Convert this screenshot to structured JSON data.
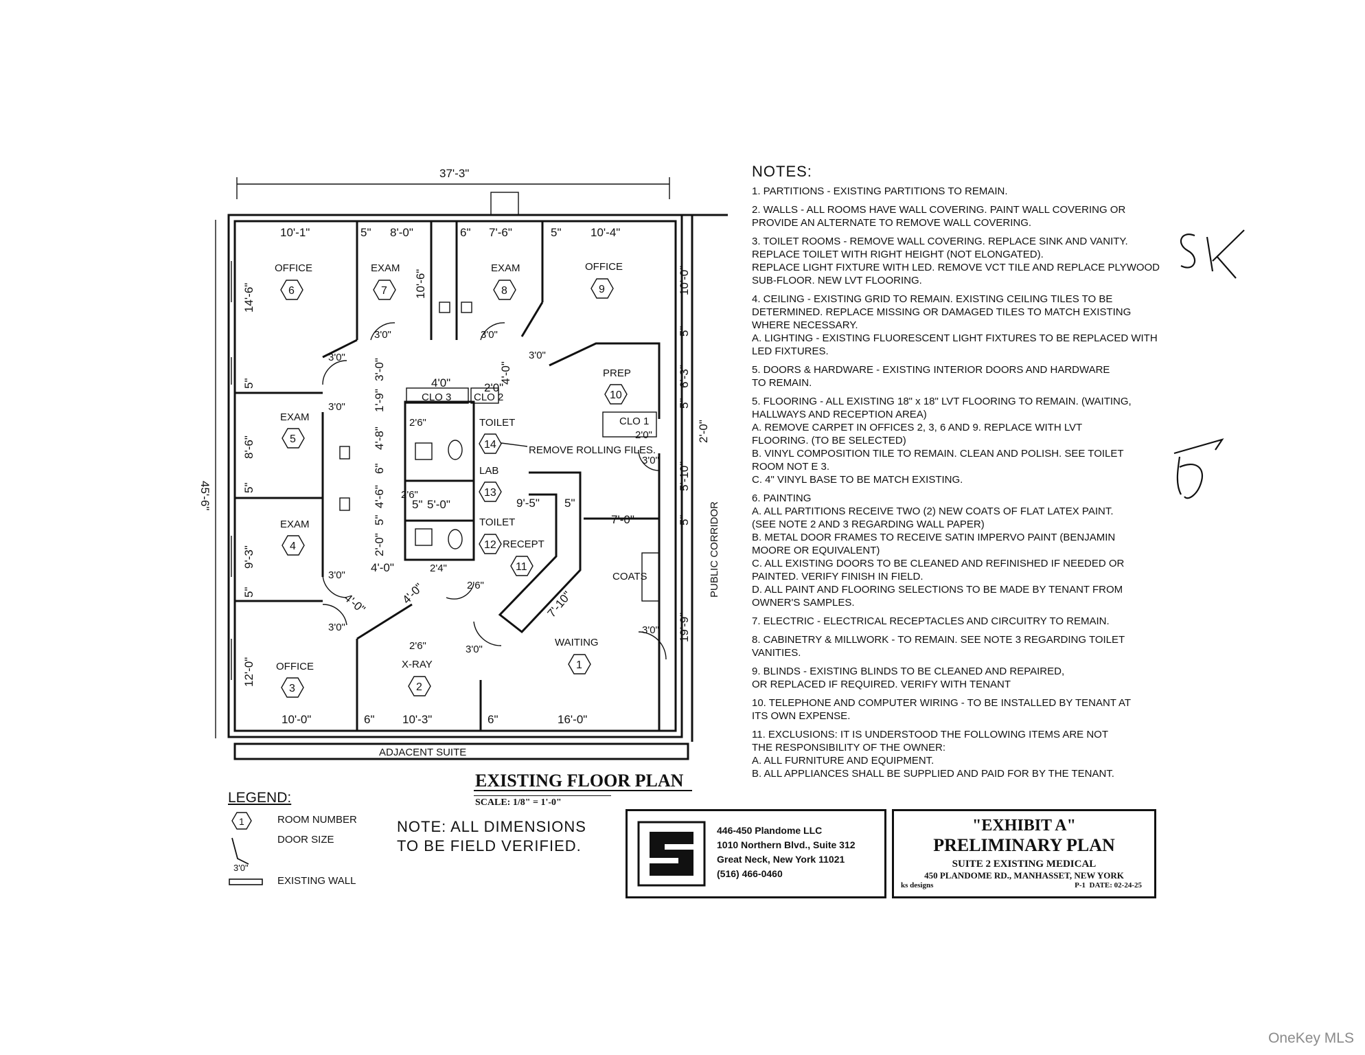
{
  "plan": {
    "overall_width": "37'-3\"",
    "overall_depth": "45'-6\"",
    "public_corridor": "PUBLIC CORRIDOR",
    "adjacent_suite": "ADJACENT SUITE",
    "rooms": [
      {
        "name": "OFFICE",
        "number": "6"
      },
      {
        "name": "EXAM",
        "number": "7"
      },
      {
        "name": "EXAM",
        "number": "8"
      },
      {
        "name": "OFFICE",
        "number": "9"
      },
      {
        "name": "PREP",
        "number": "10"
      },
      {
        "name": "EXAM",
        "number": "5"
      },
      {
        "name": "EXAM",
        "number": "4"
      },
      {
        "name": "OFFICE",
        "number": "3"
      },
      {
        "name": "X-RAY",
        "number": "2"
      },
      {
        "name": "WAITING",
        "number": "1"
      },
      {
        "name": "RECEPT",
        "number": "11"
      },
      {
        "name": "TOILET",
        "number": "12"
      },
      {
        "name": "LAB",
        "number": "13"
      },
      {
        "name": "TOILET",
        "number": "14"
      }
    ],
    "closets": {
      "clo1": "CLO 1",
      "clo2": "CLO 2",
      "clo3": "CLO 3",
      "coats": "COATS"
    },
    "callout": "REMOVE ROLLING FILES.",
    "top_dims": [
      "10'-1\"",
      "5\"",
      "8'-0\"",
      "6\"",
      "7'-6\"",
      "5\"",
      "10'-4\""
    ],
    "bottom_dims": [
      "10'-0\"",
      "6\"",
      "10'-3\"",
      "6\"",
      "16'-0\""
    ],
    "left_dims": [
      "14'-6\"",
      "5\"",
      "8'-6\"",
      "5\"",
      "9'-3\"",
      "5\"",
      "12'-0\""
    ],
    "right_dims": [
      "10'-0\"",
      "5\"",
      "6'-3\"",
      "5\"",
      "2'-0\"",
      "5'-10\"",
      "5\"",
      "19'-9\""
    ],
    "inner_dims": {
      "exam7_depth": "10'-6\"",
      "hall_a": "3'-0\"",
      "hall_b": "1'-9\"",
      "hall_c": "4'-8\"",
      "hall_d": "6\"",
      "hall_e": "4'-6\"",
      "hall_f": "5\"",
      "hall_g": "2'-0\"",
      "hall_h": "4'-0\"",
      "lab_w": "5'-0\"",
      "lab_a": "5\"",
      "recept_w": "9'-5\"",
      "recept_a": "5\"",
      "recept_b": "7'-0\"",
      "waiting_diag": "7'-10\"",
      "hall_diag1": "4'-0\"",
      "hall_diag2": "4'-0\"",
      "hall_diag3": "4'-0\"",
      "clo2_w": "2'0\"",
      "clo3_w": "4'0\""
    },
    "doors": [
      "3'0\"",
      "2'6\"",
      "2'4\"",
      "2'0\""
    ]
  },
  "notes": {
    "title": "NOTES:",
    "items": [
      [
        "1. PARTITIONS - EXISTING PARTITIONS TO REMAIN."
      ],
      [
        "2. WALLS - ALL ROOMS HAVE WALL COVERING. PAINT WALL COVERING OR",
        "PROVIDE AN ALTERNATE TO REMOVE WALL COVERING."
      ],
      [
        "3. TOILET ROOMS - REMOVE WALL COVERING. REPLACE SINK AND VANITY.",
        "REPLACE TOILET WITH RIGHT HEIGHT (NOT ELONGATED).",
        "REPLACE LIGHT FIXTURE WITH LED. REMOVE VCT TILE AND REPLACE PLYWOOD",
        "SUB-FLOOR. NEW LVT FLOORING."
      ],
      [
        "4. CEILING - EXISTING GRID TO REMAIN. EXISTING CEILING TILES TO BE",
        "DETERMINED. REPLACE MISSING OR DAMAGED TILES TO MATCH EXISTING",
        "WHERE NECESSARY.",
        "A. LIGHTING - EXISTING FLUORESCENT LIGHT FIXTURES TO BE REPLACED WITH",
        "LED FIXTURES."
      ],
      [
        "5. DOORS & HARDWARE - EXISTING INTERIOR DOORS AND HARDWARE",
        "TO REMAIN."
      ],
      [
        "5. FLOORING - ALL EXISTING 18\" x 18\" LVT FLOORING TO REMAIN. (WAITING,",
        "HALLWAYS AND RECEPTION AREA)",
        "A. REMOVE CARPET IN OFFICES 2, 3, 6 AND 9. REPLACE WITH LVT",
        "FLOORING. (TO BE SELECTED)",
        "B. VINYL COMPOSITION TILE TO REMAIN. CLEAN AND POLISH. SEE TOILET",
        "ROOM NOT E 3.",
        "C. 4\" VINYL BASE TO BE MATCH EXISTING."
      ],
      [
        "6. PAINTING",
        "A. ALL PARTITIONS RECEIVE TWO (2) NEW COATS OF FLAT LATEX PAINT.",
        "(SEE NOTE 2 AND 3 REGARDING WALL PAPER)",
        "B. METAL DOOR FRAMES TO RECEIVE SATIN IMPERVO PAINT (BENJAMIN",
        "MOORE OR EQUIVALENT)",
        "C. ALL EXISTING DOORS TO BE CLEANED AND REFINISHED IF NEEDED OR",
        "PAINTED. VERIFY FINISH IN FIELD.",
        "D. ALL PAINT AND FLOORING SELECTIONS TO BE MADE BY TENANT FROM",
        "OWNER'S SAMPLES."
      ],
      [
        "7. ELECTRIC - ELECTRICAL RECEPTACLES AND CIRCUITRY TO REMAIN."
      ],
      [
        "8. CABINETRY & MILLWORK - TO REMAIN. SEE NOTE 3 REGARDING TOILET",
        "VANITIES."
      ],
      [
        "9. BLINDS - EXISTING BLINDS TO BE CLEANED AND REPAIRED,",
        "OR REPLACED IF REQUIRED. VERIFY WITH TENANT"
      ],
      [
        "10. TELEPHONE AND COMPUTER WIRING - TO BE INSTALLED BY TENANT AT",
        "ITS OWN EXPENSE."
      ],
      [
        "11. EXCLUSIONS: IT IS UNDERSTOOD THE FOLLOWING ITEMS ARE NOT",
        "THE RESPONSIBILITY OF THE OWNER:",
        "A. ALL FURNITURE AND EQUIPMENT.",
        "B. ALL APPLIANCES SHALL BE SUPPLIED AND PAID FOR BY THE TENANT."
      ]
    ]
  },
  "drawing_title": "EXISTING FLOOR PLAN",
  "scale": "SCALE: 1/8\" = 1'-0\"",
  "legend": {
    "title": "LEGEND:",
    "symbol_number": "1",
    "room_number": "ROOM NUMBER",
    "door_size": "DOOR SIZE",
    "door_symbol": "3'0\"",
    "existing_wall": "EXISTING WALL"
  },
  "field_note": [
    "NOTE: ALL DIMENSIONS",
    "TO BE FIELD VERIFIED."
  ],
  "company": {
    "lines": [
      "446-450 Plandome LLC",
      "1010 Northern Blvd., Suite 312",
      "Great Neck, New York 11021",
      "(516) 466-0460"
    ]
  },
  "exhibit": {
    "line1": "\"EXHIBIT A\"",
    "line2": "PRELIMINARY PLAN",
    "line3": "SUITE 2 EXISTING MEDICAL",
    "line4": "450 PLANDOME RD., MANHASSET, NEW YORK",
    "designer": "ks designs",
    "sheet": "P-1",
    "date": "DATE: 02-24-25"
  },
  "initials": "SK",
  "watermark": "OneKey MLS",
  "colors": {
    "ink": "#111111",
    "paper": "#ffffff",
    "watermark": "#8a8a8a"
  }
}
